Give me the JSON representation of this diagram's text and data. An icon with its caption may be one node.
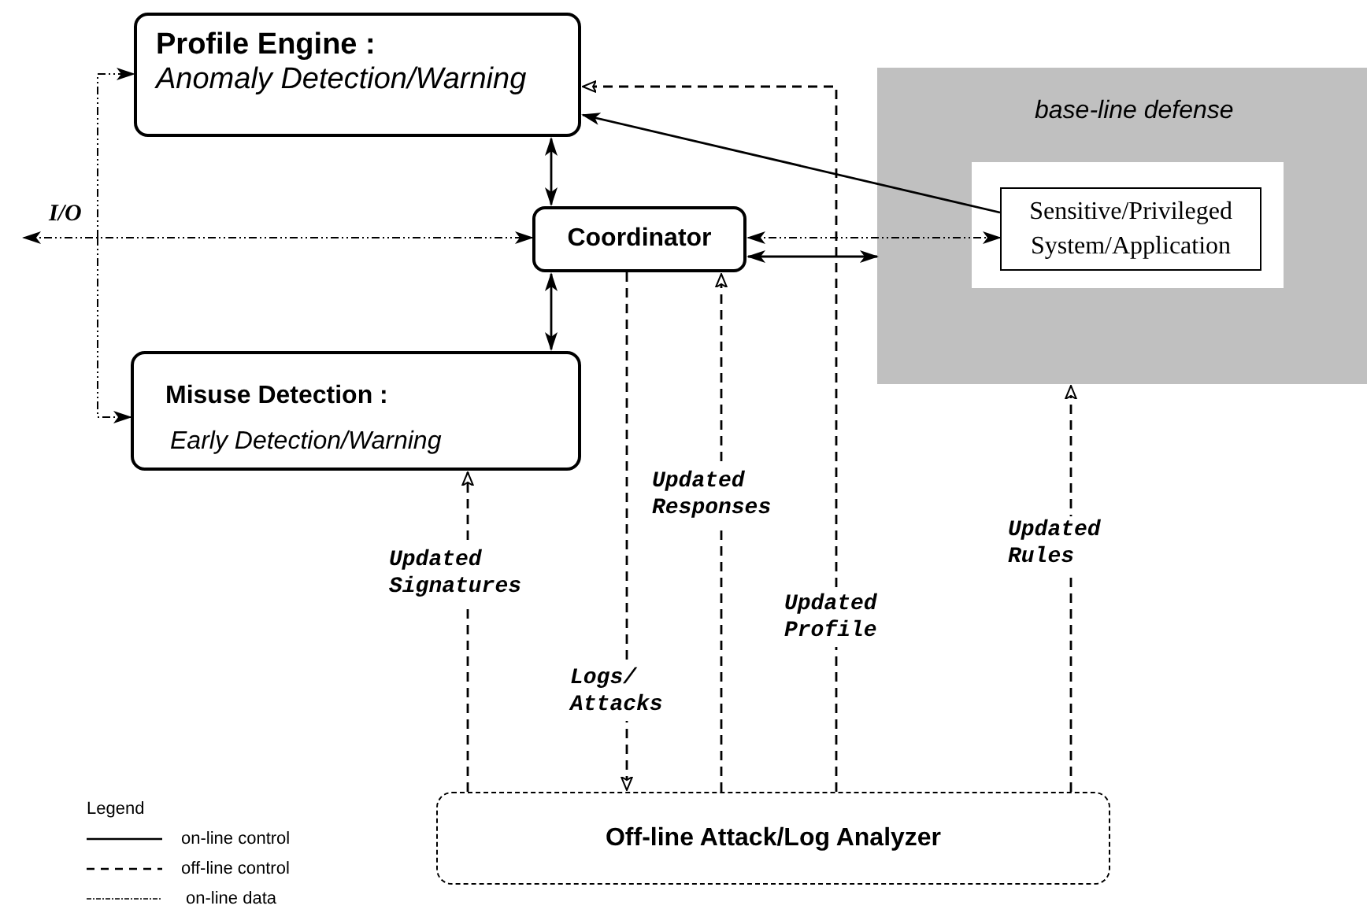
{
  "diagram": {
    "nodes": [
      {
        "text": [
          "Profile Engine :",
          "Anomaly Detection/Warning"
        ]
      },
      {
        "text": [
          "Coordinator"
        ]
      },
      {
        "text": [
          "Misuse Detection :",
          "Early Detection/Warning"
        ]
      },
      {
        "text": [
          "base-line defense"
        ]
      },
      {
        "text": [
          "Sensitive/Privileged System/Application"
        ],
        "in": 3
      },
      {
        "text": [
          "Off-line Attack/Log Analyzer"
        ]
      }
    ],
    "edges": [
      {
        "from": null,
        "to": 0,
        "arrow": "to",
        "style": "dashed"
      },
      {
        "from": null,
        "to": 1,
        "arrow": "both",
        "style": "dashed",
        "label": "I/O"
      },
      {
        "from": null,
        "to": 2,
        "arrow": "to",
        "style": "dashed"
      },
      {
        "from": 0,
        "to": 1,
        "arrow": "both"
      },
      {
        "from": 1,
        "to": 2,
        "arrow": "both"
      },
      {
        "from": 4,
        "to": 0,
        "arrow": "to"
      },
      {
        "from": 1,
        "to": 4,
        "arrow": "both",
        "style": "dashed"
      },
      {
        "from": 1,
        "to": 3,
        "arrow": "both"
      },
      {
        "from": 5,
        "to": 0,
        "arrow": "to",
        "style": "dashed",
        "label": "Updated Profile"
      },
      {
        "from": 5,
        "to": 1,
        "arrow": "to",
        "style": "dashed",
        "label": "Updated Responses"
      },
      {
        "from": 1,
        "to": 5,
        "arrow": "to",
        "style": "dashed",
        "label": "Logs/ Attacks"
      },
      {
        "from": 5,
        "to": 2,
        "arrow": "to",
        "style": "dashed",
        "label": "Updated Signatures"
      },
      {
        "from": 5,
        "to": 3,
        "arrow": "to",
        "style": "dashed",
        "label": "Updated Rules"
      }
    ],
    "labels": [
      "Legend"
    ],
    "legend": [
      {
        "text": "on-line control"
      },
      {
        "text": "off-line control"
      },
      {
        "text": "on-line data"
      }
    ]
  }
}
